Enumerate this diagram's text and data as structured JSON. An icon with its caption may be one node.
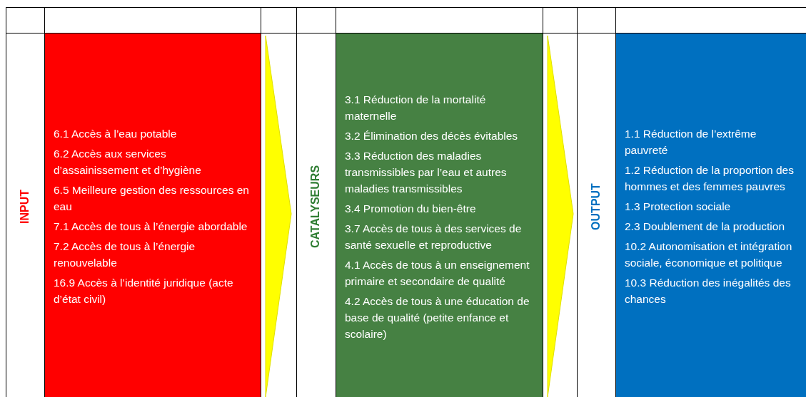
{
  "diagram": {
    "nodes": [
      {
        "text": [
          "6.1 Accès à l’eau potable",
          "6.2 Accès aux services d’assainissement et d’hygiène",
          "6.5 Meilleure gestion des ressources en eau",
          "7.1 Accès de tous à l’énergie abordable",
          "7.2 Accès de tous à l’énergie renouvelable",
          "16.9 Accès à l’identité juridique (acte d’état civil)"
        ]
      },
      {
        "text": [
          "3.1 Réduction de la mortalité maternelle",
          "3.2 Élimination des décès évitables",
          "3.3 Réduction des maladies transmissibles par l’eau et autres maladies transmissibles",
          "3.4 Promotion du bien-être",
          "3.7 Accès de tous à des services de santé sexuelle et reproductive",
          "4.1 Accès de tous à un enseignement primaire et secondaire de qualité",
          "4.2 Accès de tous à une éducation de base de qualité (petite enfance et scolaire)"
        ]
      },
      {
        "text": [
          "1.1 Réduction de l’extrême pauvreté",
          "1.2 Réduction de la proportion des hommes et des femmes pauvres",
          "1.3 Protection sociale",
          "2.3 Doublement de la production",
          "10.2 Autonomisation et intégration sociale, économique et politique",
          "10.3 Réduction des inégalités des chances"
        ]
      }
    ],
    "edges": [
      {
        "from": 0,
        "to": 1,
        "arrow": "to"
      },
      {
        "from": 1,
        "to": 2,
        "arrow": "to"
      }
    ],
    "labels": [
      "INPUT",
      "CATALYSEURS",
      "OUTPUT"
    ]
  }
}
